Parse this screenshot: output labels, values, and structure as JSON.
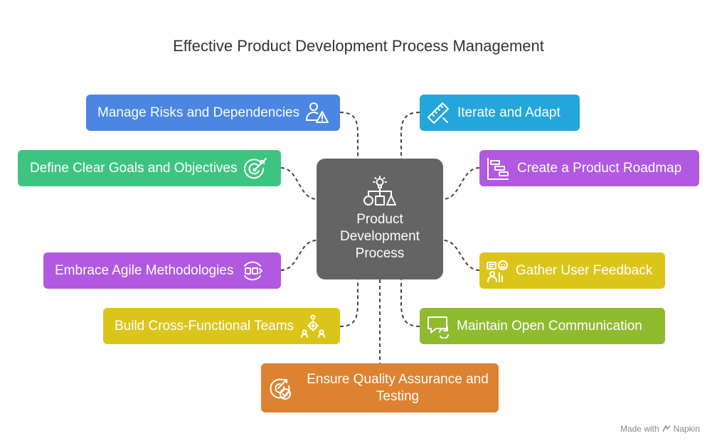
{
  "title": "Effective Product Development Process Management",
  "center": {
    "label_lines": [
      "Product",
      "Development",
      "Process"
    ],
    "icon": "lightbulb-shapes-icon"
  },
  "items": {
    "manage_risks": {
      "label": "Manage Risks and Dependencies",
      "color": "#4a86e2",
      "icon": "person-warning-icon"
    },
    "define_goals": {
      "label": "Define Clear Goals and Objectives",
      "color": "#3ec481",
      "icon": "target-arrow-icon"
    },
    "embrace_agile": {
      "label": "Embrace Agile Methodologies",
      "color": "#b159e1",
      "icon": "agile-cycle-icon"
    },
    "build_teams": {
      "label": "Build Cross-Functional Teams",
      "color": "#dcc51a",
      "icon": "team-gear-icon"
    },
    "quality": {
      "label_lines": [
        "Ensure Quality Assurance and",
        "Testing"
      ],
      "color": "#dd8231",
      "icon": "target-check-icon"
    },
    "iterate": {
      "label": "Iterate and Adapt",
      "color": "#23a6da",
      "icon": "pencil-ruler-icon"
    },
    "roadmap": {
      "label": "Create a Product Roadmap",
      "color": "#b159e1",
      "icon": "roadmap-chart-icon"
    },
    "feedback": {
      "label": "Gather User Feedback",
      "color": "#dcc51a",
      "icon": "feedback-person-icon"
    },
    "communication": {
      "label": "Maintain Open Communication",
      "color": "#8fbb2f",
      "icon": "chat-refresh-icon"
    }
  },
  "watermark": {
    "made_with": "Made with",
    "brand": "Napkin"
  }
}
